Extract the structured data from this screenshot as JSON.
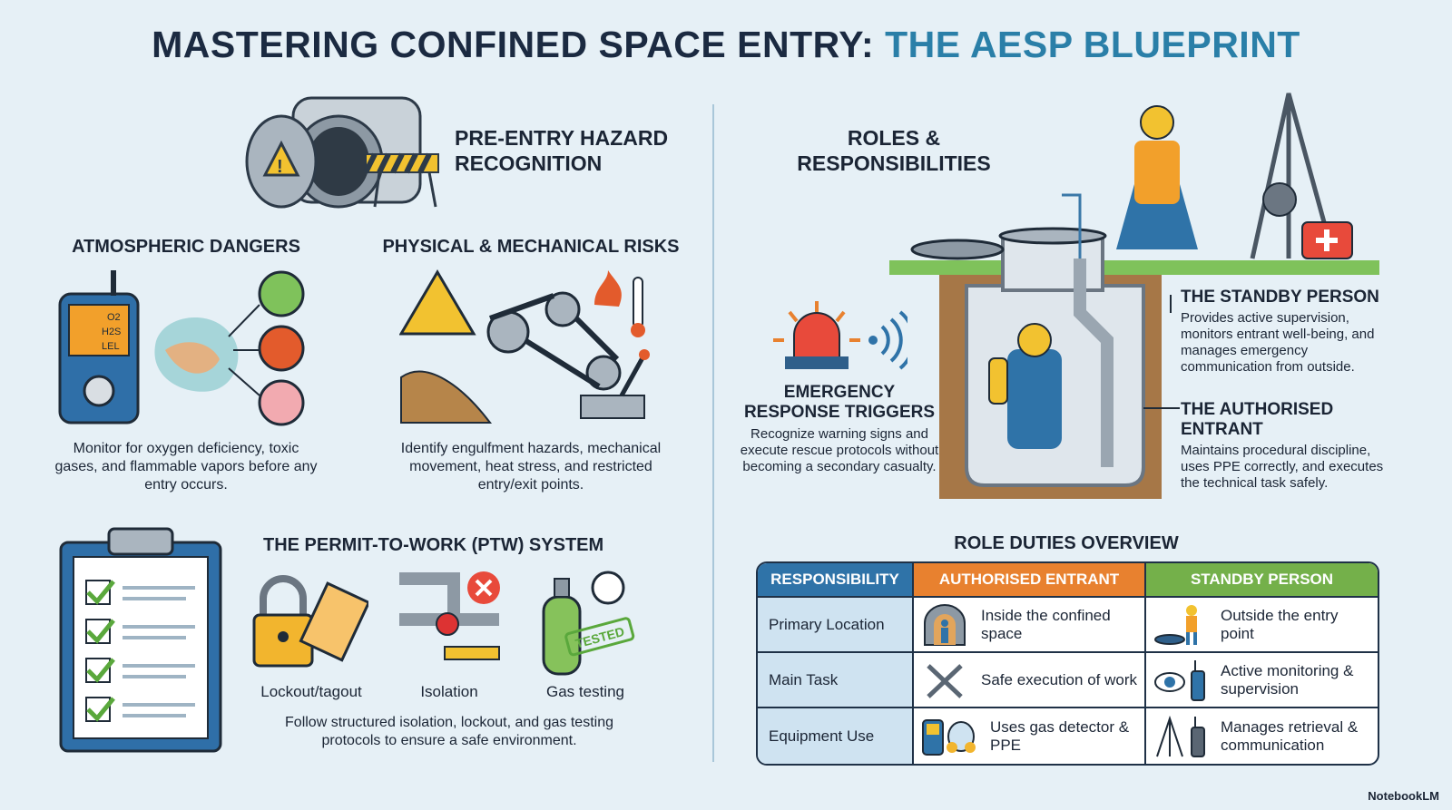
{
  "title": {
    "main": "MASTERING CONFINED SPACE ENTRY:",
    "accent": "THE AESP BLUEPRINT"
  },
  "colors": {
    "navy": "#1b2a41",
    "teal": "#2a7fa8",
    "orange": "#e8812f",
    "green": "#74b04a",
    "blue": "#2f73a8"
  },
  "left": {
    "hazard_heading": "PRE-ENTRY HAZARD RECOGNITION",
    "atmospheric": {
      "heading": "ATMOSPHERIC DANGERS",
      "detector_labels": [
        "O2",
        "H2S",
        "LEL"
      ],
      "text": "Monitor for oxygen deficiency, toxic gases, and flammable vapors before any entry occurs."
    },
    "physical": {
      "heading": "PHYSICAL & MECHANICAL RISKS",
      "text": "Identify engulfment hazards, mechanical movement, heat stress, and restricted entry/exit points."
    },
    "ptw": {
      "heading": "THE PERMIT-TO-WORK (PTW) SYSTEM",
      "items": [
        {
          "label": "Lockout/tagout",
          "icon": "padlock-tag-icon"
        },
        {
          "label": "Isolation",
          "icon": "valve-isolation-icon"
        },
        {
          "label": "Gas testing",
          "icon": "gas-cylinder-icon",
          "stamp": "TESTED"
        }
      ],
      "text": "Follow structured isolation, lockout, and gas testing protocols to ensure a safe environment."
    }
  },
  "right": {
    "roles_heading": "ROLES & RESPONSIBILITIES",
    "emergency": {
      "heading": "EMERGENCY RESPONSE TRIGGERS",
      "text": "Recognize warning signs and execute rescue protocols without becoming a secondary casualty."
    },
    "standby": {
      "heading": "THE STANDBY PERSON",
      "text": "Provides active supervision, monitors entrant well-being, and manages emergency communication from outside."
    },
    "entrant": {
      "heading": "THE AUTHORISED ENTRANT",
      "text": "Maintains procedural discipline, uses PPE correctly, and executes the technical task safely."
    },
    "table": {
      "heading": "ROLE DUTIES OVERVIEW",
      "headers": [
        "RESPONSIBILITY",
        "AUTHORISED ENTRANT",
        "STANDBY PERSON"
      ],
      "rows": [
        {
          "label": "Primary Location",
          "entrant": "Inside the confined space",
          "standby": "Outside the entry point"
        },
        {
          "label": "Main Task",
          "entrant": "Safe execution of work",
          "standby": "Active monitoring & supervision"
        },
        {
          "label": "Equipment Use",
          "entrant": "Uses gas detector & PPE",
          "standby": "Manages retrieval & communication"
        }
      ]
    }
  },
  "watermark": "NotebookLM"
}
